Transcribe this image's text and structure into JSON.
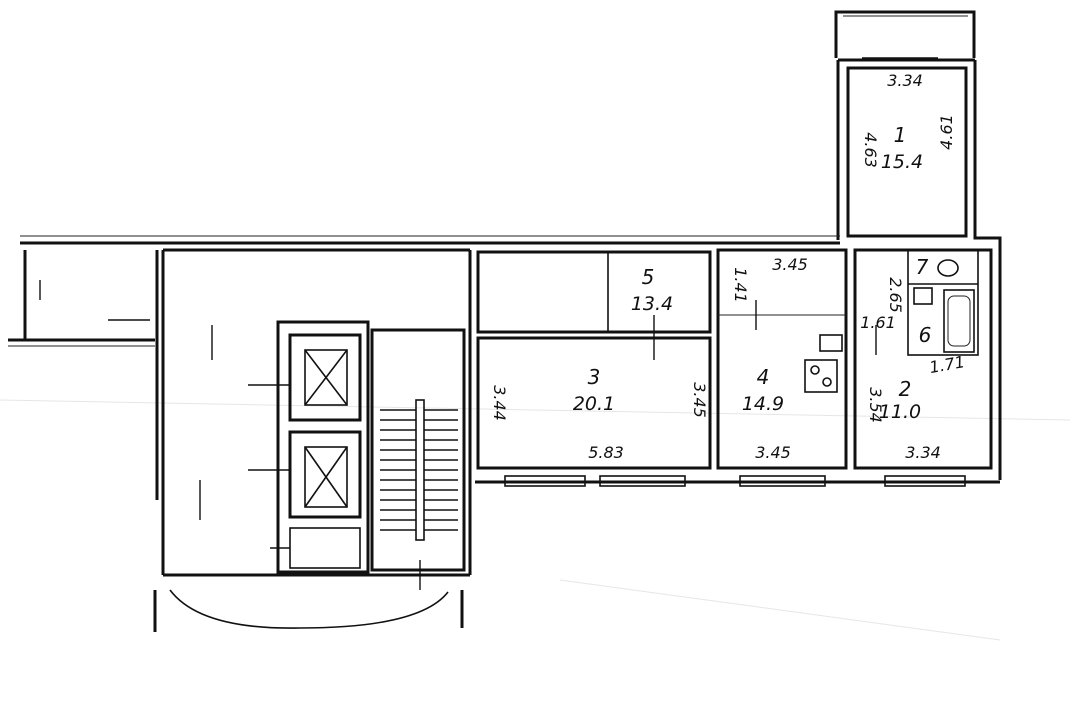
{
  "rooms": [
    {
      "number": "1",
      "area": "15.4"
    },
    {
      "number": "2",
      "area": "11.0"
    },
    {
      "number": "3",
      "area": "20.1"
    },
    {
      "number": "4",
      "area": "14.9"
    },
    {
      "number": "5",
      "area": "13.4"
    },
    {
      "number": "6",
      "area": ""
    },
    {
      "number": "7",
      "area": ""
    }
  ],
  "dimensions": {
    "room1_top": "3.34",
    "room1_left": "4.63",
    "room1_right": "4.61",
    "room3_bottom": "5.83",
    "room3_left": "3.44",
    "room3_right": "3.45",
    "room4_top": "3.45",
    "room4_bottom": "3.45",
    "room4_left": "1.41",
    "room2_bottom": "3.34",
    "room2_left": "3.54",
    "room2_right": "1.71",
    "room7_side": "2.65",
    "room6_side": "1.61"
  }
}
